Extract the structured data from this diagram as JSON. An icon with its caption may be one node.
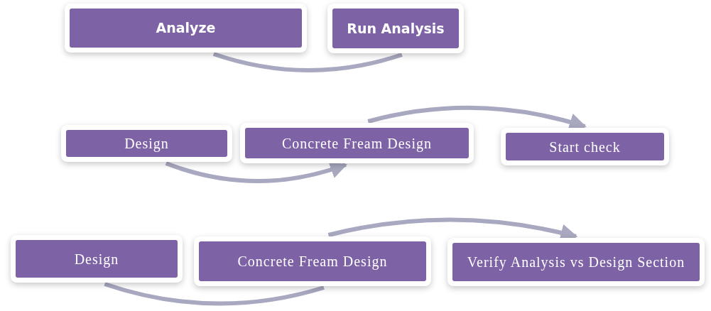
{
  "diagram": {
    "nodes": [
      {
        "text": [
          "Analyze"
        ]
      },
      {
        "text": [
          "Run Analysis"
        ]
      },
      {
        "text": [
          "Design"
        ]
      },
      {
        "text": [
          "Concrete Fream Design"
        ]
      },
      {
        "text": [
          "Start check"
        ]
      },
      {
        "text": [
          "Design"
        ]
      },
      {
        "text": [
          "Concrete Fream Design"
        ]
      },
      {
        "text": [
          "Verify Analysis vs Design Section"
        ]
      }
    ],
    "edges": [
      {
        "from": 0,
        "to": 1,
        "arrow": "none"
      },
      {
        "from": 2,
        "to": 3,
        "arrow": "to"
      },
      {
        "from": 3,
        "to": 4,
        "arrow": "to"
      },
      {
        "from": 5,
        "to": 6,
        "arrow": "none"
      },
      {
        "from": 6,
        "to": 7,
        "arrow": "to"
      }
    ]
  }
}
